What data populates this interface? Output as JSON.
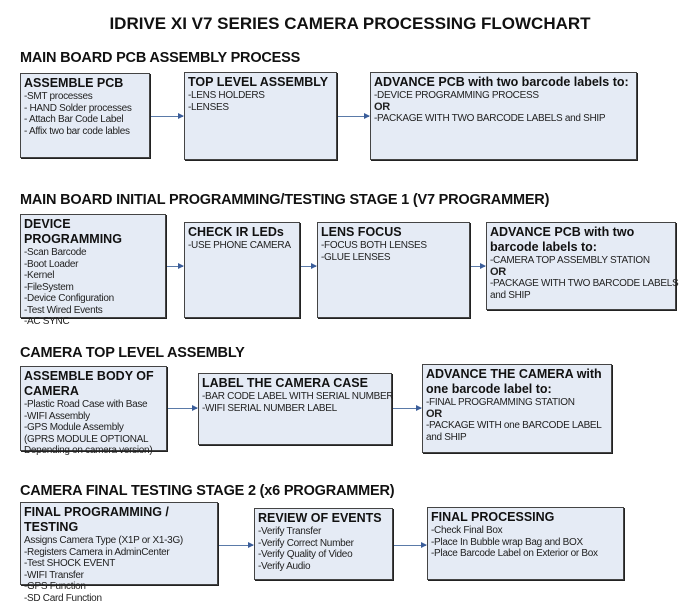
{
  "title": "IDRIVE XI V7 SERIES CAMERA PROCESSING FLOWCHART",
  "sections": [
    {
      "heading": "MAIN BOARD PCB ASSEMBLY PROCESS",
      "boxes": [
        {
          "title": "ASSEMBLE PCB",
          "lines": [
            " -SMT processes",
            "- HAND Solder processes",
            "- Attach Bar Code Label",
            "- Affix two bar code lables"
          ]
        },
        {
          "title": "TOP LEVEL ASSEMBLY",
          "lines": [
            "-LENS HOLDERS",
            "-LENSES"
          ]
        },
        {
          "title": "ADVANCE PCB with two barcode labels to:",
          "lines": [
            "-DEVICE PROGRAMMING PROCESS",
            "OR",
            "-PACKAGE WITH TWO BARCODE LABELS and SHIP"
          ]
        }
      ]
    },
    {
      "heading": "MAIN BOARD INITIAL PROGRAMMING/TESTING STAGE 1 (V7 PROGRAMMER)",
      "boxes": [
        {
          "title": "DEVICE PROGRAMMING",
          "lines": [
            "-Scan Barcode",
            "-Boot Loader",
            "-Kernel",
            "-FileSystem",
            "-Device Configuration",
            "-Test Wired Events",
            "-AC SYNC"
          ]
        },
        {
          "title": "CHECK IR LEDs",
          "lines": [
            "-USE PHONE CAMERA"
          ]
        },
        {
          "title": "LENS FOCUS",
          "lines": [
            "-FOCUS BOTH LENSES",
            "-GLUE LENSES"
          ]
        },
        {
          "title": "ADVANCE PCB with two barcode labels to:",
          "lines": [
            "-CAMERA TOP ASSEMBLY STATION",
            "OR",
            "-PACKAGE WITH TWO BARCODE LABELS",
            "and SHIP"
          ]
        }
      ]
    },
    {
      "heading": "CAMERA TOP LEVEL ASSEMBLY",
      "boxes": [
        {
          "title": "ASSEMBLE BODY OF CAMERA",
          "lines": [
            "-Plastic Road Case with Base",
            "-WIFI Assembly",
            "-GPS Module Assembly",
            "(GPRS MODULE OPTIONAL",
            "Depending on camera version)"
          ]
        },
        {
          "title": "LABEL THE CAMERA CASE",
          "lines": [
            "-BAR CODE LABEL WITH SERIAL NUMBER",
            "-WIFI SERIAL NUMBER LABEL"
          ]
        },
        {
          "title": "ADVANCE THE CAMERA with one barcode label to:",
          "lines": [
            "-FINAL PROGRAMMING STATION",
            " OR",
            "-PACKAGE WITH one BARCODE LABEL",
            "and SHIP"
          ]
        }
      ]
    },
    {
      "heading": "CAMERA FINAL TESTING STAGE 2 (x6 PROGRAMMER)",
      "boxes": [
        {
          "title": "FINAL PROGRAMMING / TESTING",
          "lines": [
            "Assigns Camera Type (X1P or X1-3G)",
            "-Registers Camera in AdminCenter",
            "-Test SHOCK EVENT",
            "-WIFI Transfer",
            "-GPS Function",
            "-SD Card Function"
          ]
        },
        {
          "title": "REVIEW OF EVENTS",
          "lines": [
            "-Verify Transfer",
            "-Verify Correct Number",
            "-Verify Quality of Video",
            "-Verify Audio"
          ]
        },
        {
          "title": "FINAL PROCESSING",
          "lines": [
            " -Check Final Box",
            "-Place In Bubble wrap Bag and BOX",
            "-Place Barcode Label on Exterior or Box"
          ]
        }
      ]
    }
  ]
}
